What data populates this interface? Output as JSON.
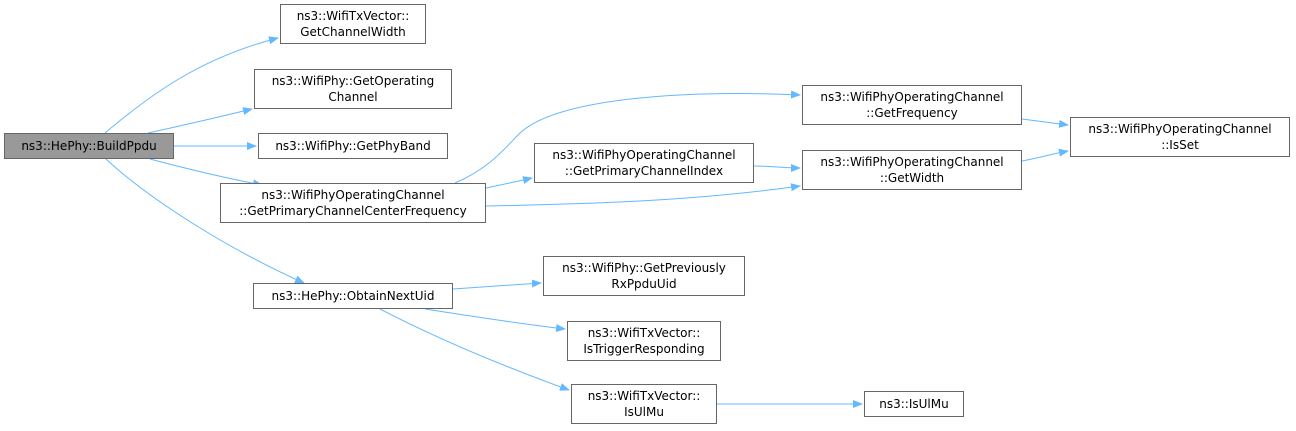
{
  "graph": {
    "edge_color": "#63b8ff",
    "root_fill": "#999999",
    "nodes": [
      {
        "id": "build_ppdu",
        "lines": [
          "ns3::HePhy::BuildPpdu"
        ],
        "root": true
      },
      {
        "id": "get_channel_width",
        "lines": [
          "ns3::WifiTxVector::",
          "GetChannelWidth"
        ]
      },
      {
        "id": "get_operating_channel",
        "lines": [
          "ns3::WifiPhy::GetOperating",
          "Channel"
        ]
      },
      {
        "id": "get_phy_band",
        "lines": [
          "ns3::WifiPhy::GetPhyBand"
        ]
      },
      {
        "id": "get_primary_channel_center_frequency",
        "lines": [
          "ns3::WifiPhyOperatingChannel",
          "::GetPrimaryChannelCenterFrequency"
        ]
      },
      {
        "id": "obtain_next_uid",
        "lines": [
          "ns3::HePhy::ObtainNextUid"
        ]
      },
      {
        "id": "get_frequency",
        "lines": [
          "ns3::WifiPhyOperatingChannel",
          "::GetFrequency"
        ]
      },
      {
        "id": "get_primary_channel_index",
        "lines": [
          "ns3::WifiPhyOperatingChannel",
          "::GetPrimaryChannelIndex"
        ]
      },
      {
        "id": "get_width",
        "lines": [
          "ns3::WifiPhyOperatingChannel",
          "::GetWidth"
        ]
      },
      {
        "id": "is_set",
        "lines": [
          "ns3::WifiPhyOperatingChannel",
          "::IsSet"
        ]
      },
      {
        "id": "get_previously_rx_ppdu_uid",
        "lines": [
          "ns3::WifiPhy::GetPreviously",
          "RxPpduUid"
        ]
      },
      {
        "id": "is_trigger_responding",
        "lines": [
          "ns3::WifiTxVector::",
          "IsTriggerResponding"
        ]
      },
      {
        "id": "is_ul_mu_vector",
        "lines": [
          "ns3::WifiTxVector::",
          "IsUlMu"
        ]
      },
      {
        "id": "is_ul_mu",
        "lines": [
          "ns3::IsUlMu"
        ]
      }
    ],
    "edges": [
      {
        "from": "build_ppdu",
        "to": "get_channel_width"
      },
      {
        "from": "build_ppdu",
        "to": "get_operating_channel"
      },
      {
        "from": "build_ppdu",
        "to": "get_phy_band"
      },
      {
        "from": "build_ppdu",
        "to": "get_primary_channel_center_frequency"
      },
      {
        "from": "build_ppdu",
        "to": "obtain_next_uid"
      },
      {
        "from": "get_primary_channel_center_frequency",
        "to": "get_frequency"
      },
      {
        "from": "get_primary_channel_center_frequency",
        "to": "get_primary_channel_index"
      },
      {
        "from": "get_primary_channel_center_frequency",
        "to": "get_width"
      },
      {
        "from": "get_primary_channel_index",
        "to": "get_width"
      },
      {
        "from": "get_frequency",
        "to": "is_set"
      },
      {
        "from": "get_width",
        "to": "is_set"
      },
      {
        "from": "obtain_next_uid",
        "to": "get_previously_rx_ppdu_uid"
      },
      {
        "from": "obtain_next_uid",
        "to": "is_trigger_responding"
      },
      {
        "from": "obtain_next_uid",
        "to": "is_ul_mu_vector"
      },
      {
        "from": "is_ul_mu_vector",
        "to": "is_ul_mu"
      }
    ]
  }
}
